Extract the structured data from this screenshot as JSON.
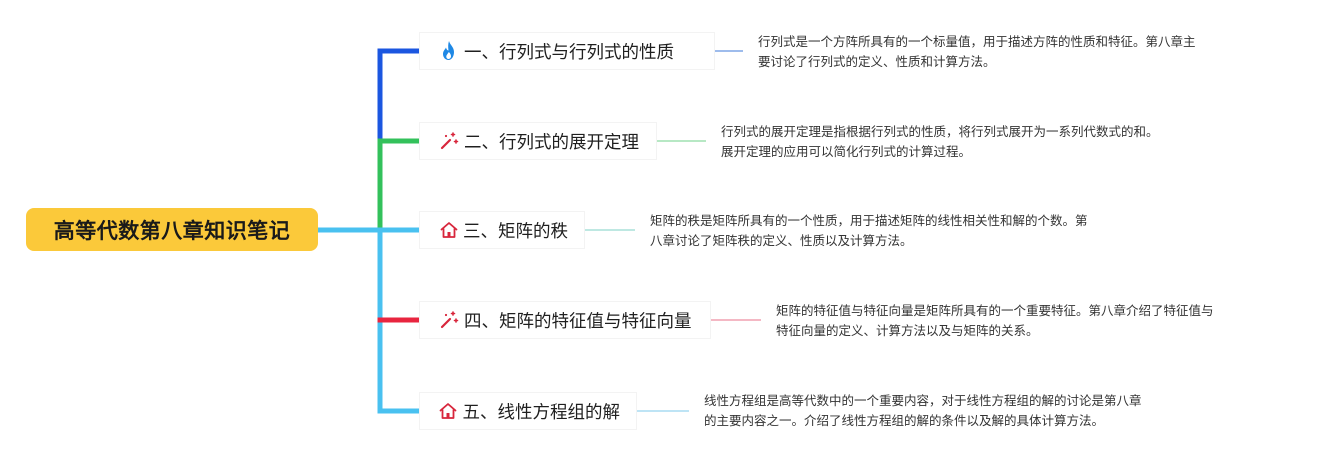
{
  "root": {
    "title": "高等代数第八章知识笔记"
  },
  "branches": [
    {
      "label": "一、行列式与行列式的性质",
      "icon": "fire-icon",
      "color": "#1b56e0",
      "line_color": "#7fa6e6",
      "note": [
        "行列式是一个方阵所具有的一个标量值，用于描述方阵的性质和特征。第八章主",
        "要讨论了行列式的定义、性质和计算方法。"
      ]
    },
    {
      "label": "二、行列式的展开定理",
      "icon": "magic-wand-icon",
      "color": "#33c15b",
      "line_color": "#9fe0b0",
      "note": [
        "行列式的展开定理是指根据行列式的性质，将行列式展开为一系列代数式的和。",
        "展开定理的应用可以简化行列式的计算过程。"
      ]
    },
    {
      "label": "三、矩阵的秩",
      "icon": "home-icon",
      "color": "#49c1f0",
      "line_color": "#a8e0d8",
      "note": [
        "矩阵的秩是矩阵所具有的一个性质，用于描述矩阵的线性相关性和解的个数。第",
        "八章讨论了矩阵秩的定义、性质以及计算方法。"
      ]
    },
    {
      "label": "四、矩阵的特征值与特征向量",
      "icon": "magic-wand-icon",
      "color": "#e8253f",
      "line_color": "#f0a0b0",
      "note": [
        "矩阵的特征值与特征向量是矩阵所具有的一个重要特征。第八章介绍了特征值与",
        "特征向量的定义、计算方法以及与矩阵的关系。"
      ]
    },
    {
      "label": "五、线性方程组的解",
      "icon": "home-icon",
      "color": "#49c1f0",
      "line_color": "#a8dcf2",
      "note": [
        "线性方程组是高等代数中的一个重要内容，对于线性方程组的解的讨论是第八章",
        "的主要内容之一。介绍了线性方程组的解的条件以及解的具体计算方法。"
      ]
    }
  ],
  "colors": {
    "root_fill": "#fbc93a",
    "trunk": "#49c1f0",
    "icon_red": "#d8263c",
    "icon_blue": "#1e88e5"
  }
}
